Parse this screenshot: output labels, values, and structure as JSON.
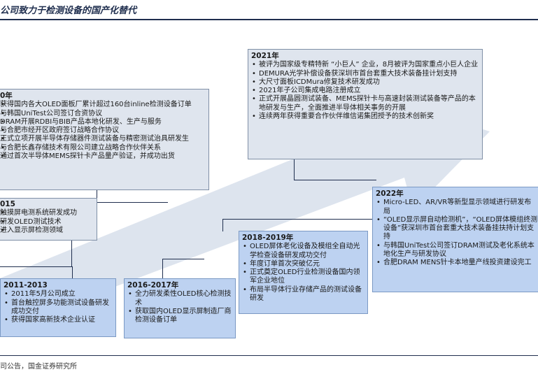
{
  "title": "公司致力于检测设备的国产化替代",
  "source": "司公告，国金证券研究所",
  "milestones": [
    {
      "id": "y2010",
      "year": "0年",
      "items": [
        "获得国内各大OLED面板厂累计超过160台inline检测设备订单",
        "与韩国UniTest公司签订合资协议",
        "DRAM开展RDBI与BIB产品本地化研发、生产与服务",
        "与合肥市经开区政府签订战略合作协议",
        "正式立项开展半导体存储器件测试装备与精密测试治具研发生",
        "与合肥长鑫存储技术有限公司建立战略合作伙伴关系",
        "通过首次半导体MEMS探针卡产品量产验证，并成功出货"
      ]
    },
    {
      "id": "y2015",
      "year": "015",
      "items": [
        "触摸屏电测系统研发成功",
        "研发OLED测试技术",
        "进入显示屏检测领域"
      ]
    },
    {
      "id": "y2011",
      "year": "2011-2013",
      "items": [
        "2011年5月公司成立",
        "首台触控屏多功能测试设备研发成功交付",
        "获得国家高新技术企业认证"
      ]
    },
    {
      "id": "y2016",
      "year": "2016-2017年",
      "items": [
        "全力研发柔性OLED核心检测技术",
        "获取国内OLED显示屏制造厂商检测设备订单"
      ]
    },
    {
      "id": "y2018",
      "year": "2018-2019年",
      "items": [
        "OLED屏体老化设备及模组全自动光学检查设备研发成功交付",
        "年度订单首次突破亿元",
        "正式奠定OLED行业检测设备国内领军企业地位",
        "布局半导体行业存储产品的测试设备研发"
      ]
    },
    {
      "id": "y2021",
      "year": "2021年",
      "items": [
        "被评为国家级专精特新 “小巨人” 企业，8月被评为国家重点小巨人企业",
        "DEMURA光学补偿设备获深圳市首台套重大技术装备挂计划支持",
        "大尺寸面板ICDMura修复技术研发成功",
        "2021年子公司集成电路注册成立",
        "正式开展晶圆测试装备、MEMS探针卡与高速封装测试装备等产品的本地研发与生产，全面推进半导体相关事务的开展",
        "连续两年获得重要合作伙伴维信诺集团授予的技术创新奖"
      ]
    },
    {
      "id": "y2022",
      "year": "2022年",
      "items": [
        "Micro-LED、AR/VR等新型显示领域进行研发布局",
        "“OLED显示屏自动检测机”，“OLED屏体模组终测设备”获深圳市首台套重大技术装备挂扶持计划支持",
        "与韩国UniTest公司签订DRAM测试及老化系统本地化生产与研发协议",
        "合肥DRAM MENS针卡本地量产线投资建设完工"
      ]
    }
  ],
  "colors": {
    "navy": "#1f2e4e",
    "gray_box": "#dfe5ee",
    "blue_box": "#bdd2f1",
    "arrow": "#dbe3ee"
  }
}
